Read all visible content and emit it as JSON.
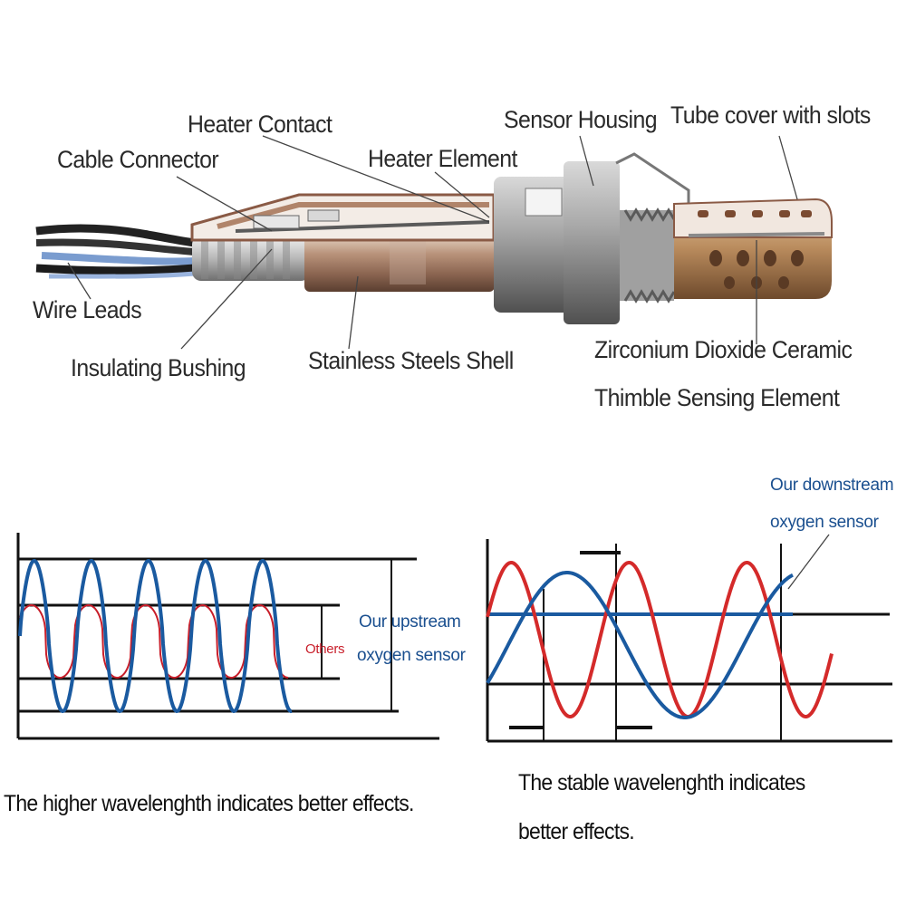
{
  "sensor_labels": {
    "heater_contact": "Heater Contact",
    "sensor_housing": "Sensor Housing",
    "tube_cover": "Tube cover with slots",
    "cable_connector": "Cable Connector",
    "heater_element": "Heater Element",
    "wire_leads": "Wire Leads",
    "insulating_bushing": "Insulating Bushing",
    "stainless_shell": "Stainless Steels Shell",
    "zirconium_line1": "Zirconium Dioxide Ceramic",
    "zirconium_line2": "Thimble Sensing Element"
  },
  "left_chart": {
    "upstream_line1": "Our upstream",
    "upstream_line2": "oxygen sensor",
    "others": "Others",
    "caption": "The higher wavelenghth indicates better effects.",
    "colors": {
      "ours": "#1a5aa0",
      "others": "#c81e2a"
    }
  },
  "right_chart": {
    "downstream_line1": "Our downstream",
    "downstream_line2": "oxygen sensor",
    "caption_line1": "The stable wavelenghth indicates",
    "caption_line2": "better effects.",
    "colors": {
      "ours": "#1a5aa0",
      "others": "#d42a2a"
    }
  }
}
